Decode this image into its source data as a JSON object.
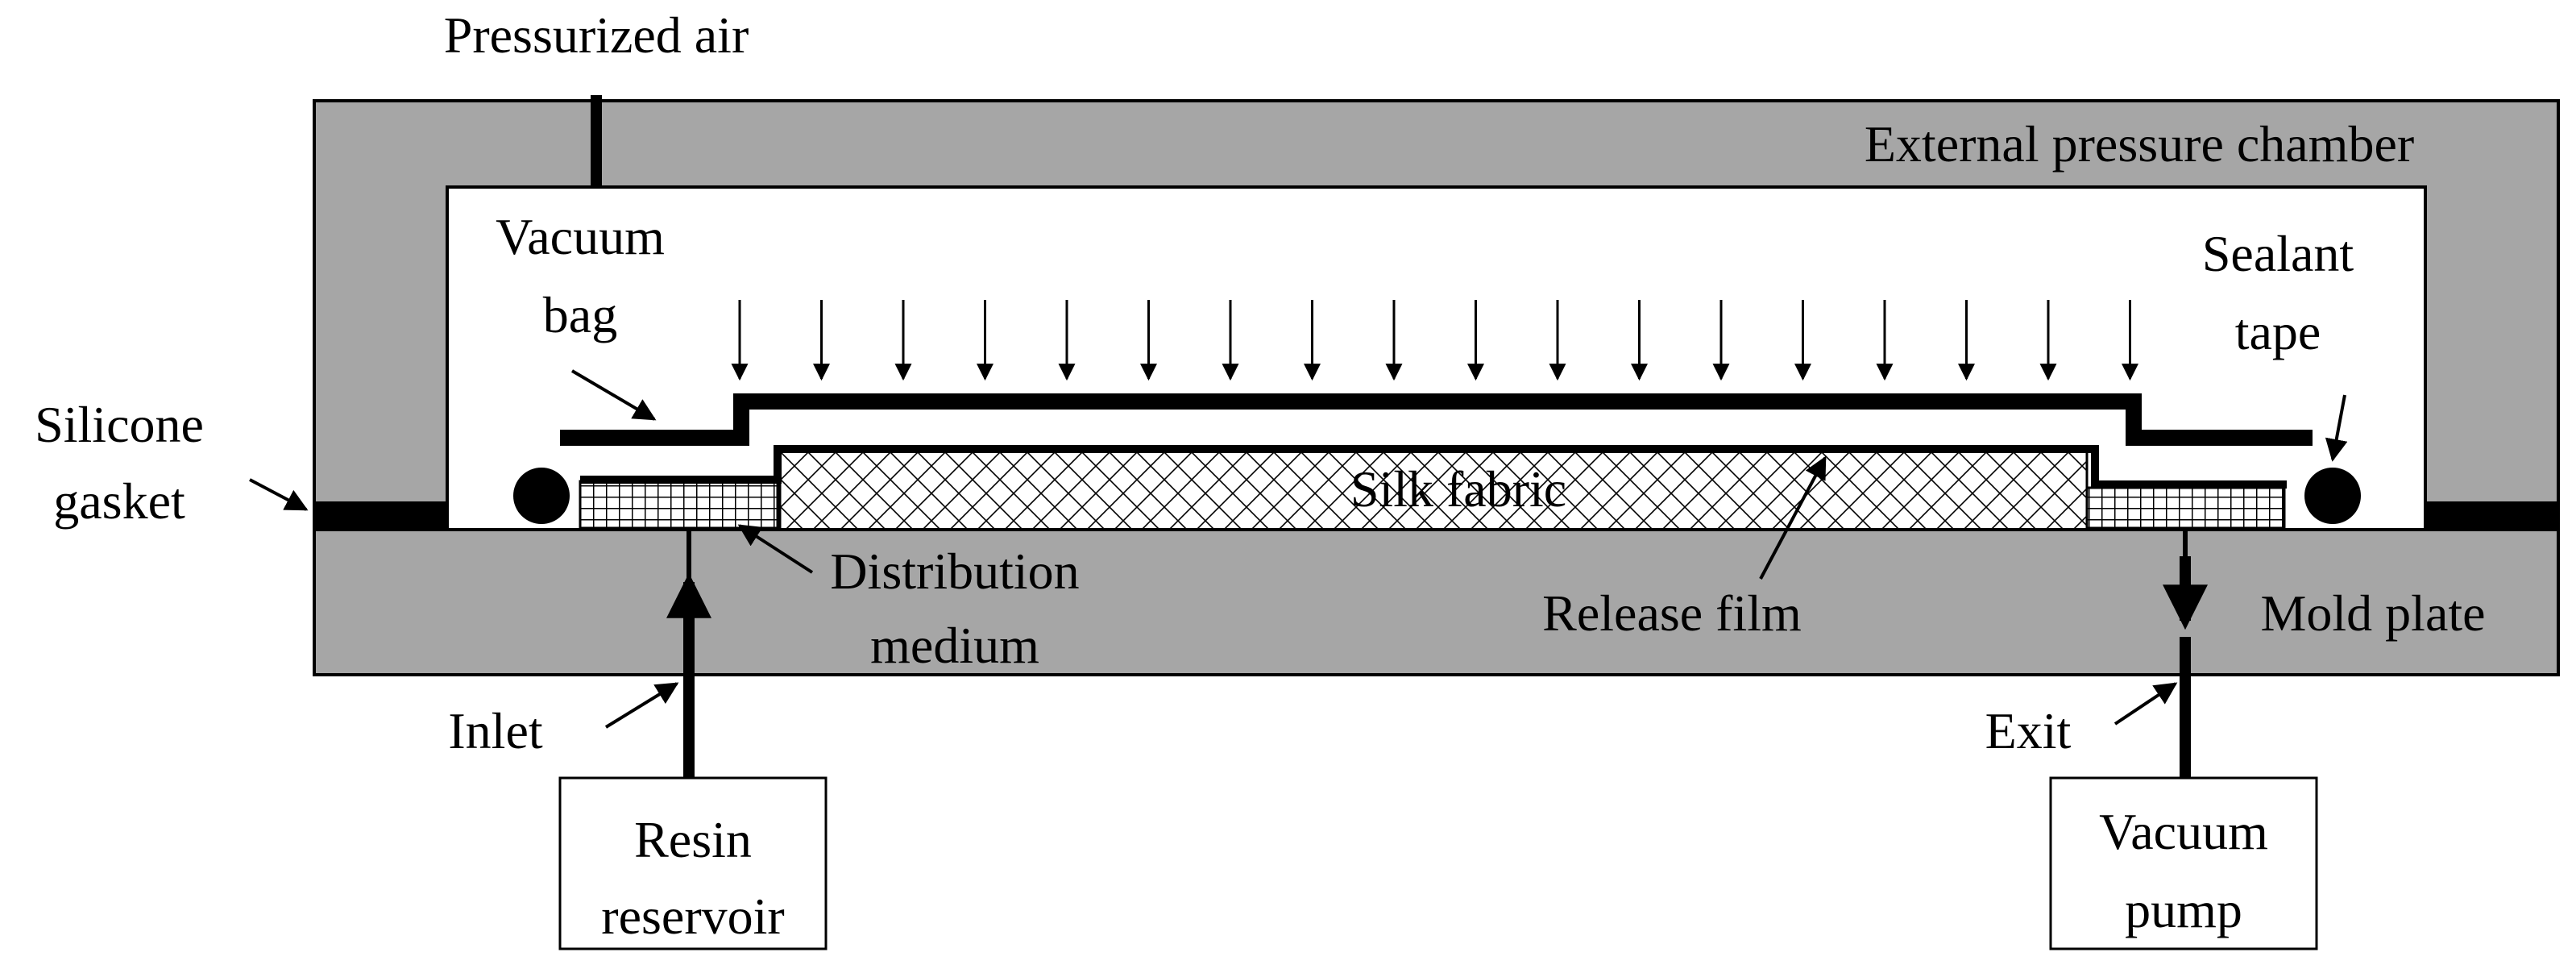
{
  "labels": {
    "pressurized_air": "Pressurized air",
    "external_pressure_chamber": "External pressure chamber",
    "vacuum_bag": [
      "Vacuum",
      "bag"
    ],
    "sealant_tape": [
      "Sealant",
      "tape"
    ],
    "silicone_gasket": [
      "Silicone",
      "gasket"
    ],
    "silk_fabric": "Silk fabric",
    "distribution_medium": [
      "Distribution",
      "medium"
    ],
    "release_film": "Release film",
    "mold_plate": "Mold plate",
    "inlet": "Inlet",
    "exit": "Exit",
    "resin_reservoir": [
      "Resin",
      "reservoir"
    ],
    "vacuum_pump": [
      "Vacuum",
      "pump"
    ]
  },
  "colors": {
    "chamber_fill": "#a6a6a6",
    "stroke": "#000000",
    "background": "#ffffff"
  }
}
